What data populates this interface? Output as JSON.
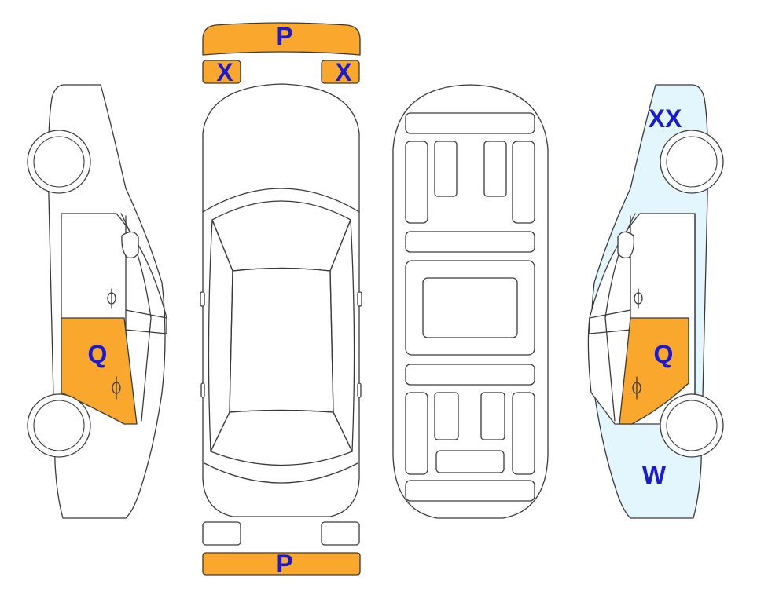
{
  "colors": {
    "damage_orange": "#f9a82d",
    "damage_blue": "#e3f6fd",
    "code_text": "#1a1acf",
    "outline": "#3a3a3a"
  },
  "codes": {
    "front_bumper": "P",
    "front_light_left": "X",
    "front_light_right": "X",
    "rear_bumper": "P",
    "left_rear_door": "Q",
    "right_front_fender": "XX",
    "right_front_door": "Q",
    "right_rear_quarter": "W"
  }
}
